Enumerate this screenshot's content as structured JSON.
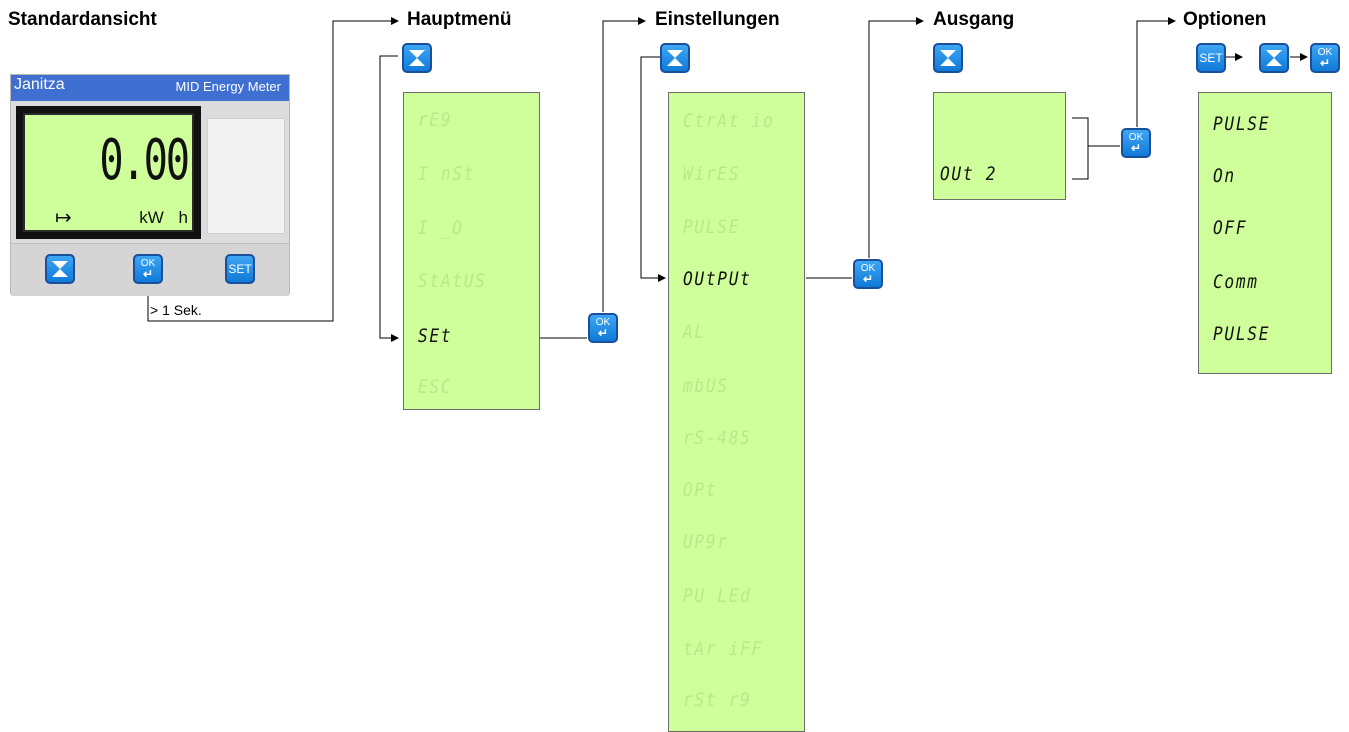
{
  "headings": {
    "standard": "Standardansicht",
    "main_menu": "Hauptmenü",
    "settings": "Einstellungen",
    "output": "Ausgang",
    "options": "Optionen"
  },
  "device": {
    "brand": "Janitza",
    "model": "MID Energy Meter",
    "display_value": "0.00",
    "display_unit": "kW h",
    "display_arrow": "↦",
    "buttons": {
      "down_icon": "hourglass-down-icon",
      "ok_label": "OK",
      "ok_arrow": "↵",
      "set_label": "SET"
    }
  },
  "hold_label": "> 1 Sek.",
  "main_menu": {
    "items": [
      "rE9",
      "I nSt",
      "I _O",
      "StAtUS",
      "SEt",
      "ESC"
    ],
    "active_index": 4
  },
  "settings_menu": {
    "items": [
      "CtrAt io",
      "WirES",
      "PULSE",
      "OUtPUt",
      "AL",
      "mbUS",
      "rS-485",
      "OPt",
      "UP9r",
      "PU LEd",
      "tAr iFF",
      "rSt r9"
    ],
    "active_index": 3
  },
  "output_menu": {
    "value": "OUt 2"
  },
  "options_menu": {
    "items": [
      "PULSE",
      "On",
      "OFF",
      "Comm",
      "PULSE"
    ]
  },
  "colors": {
    "lcd_background": "#ceff9b",
    "lcd_inactive_text": "#b8e889",
    "button_blue": "#1a8ae6",
    "device_header": "#3f6fd0"
  }
}
